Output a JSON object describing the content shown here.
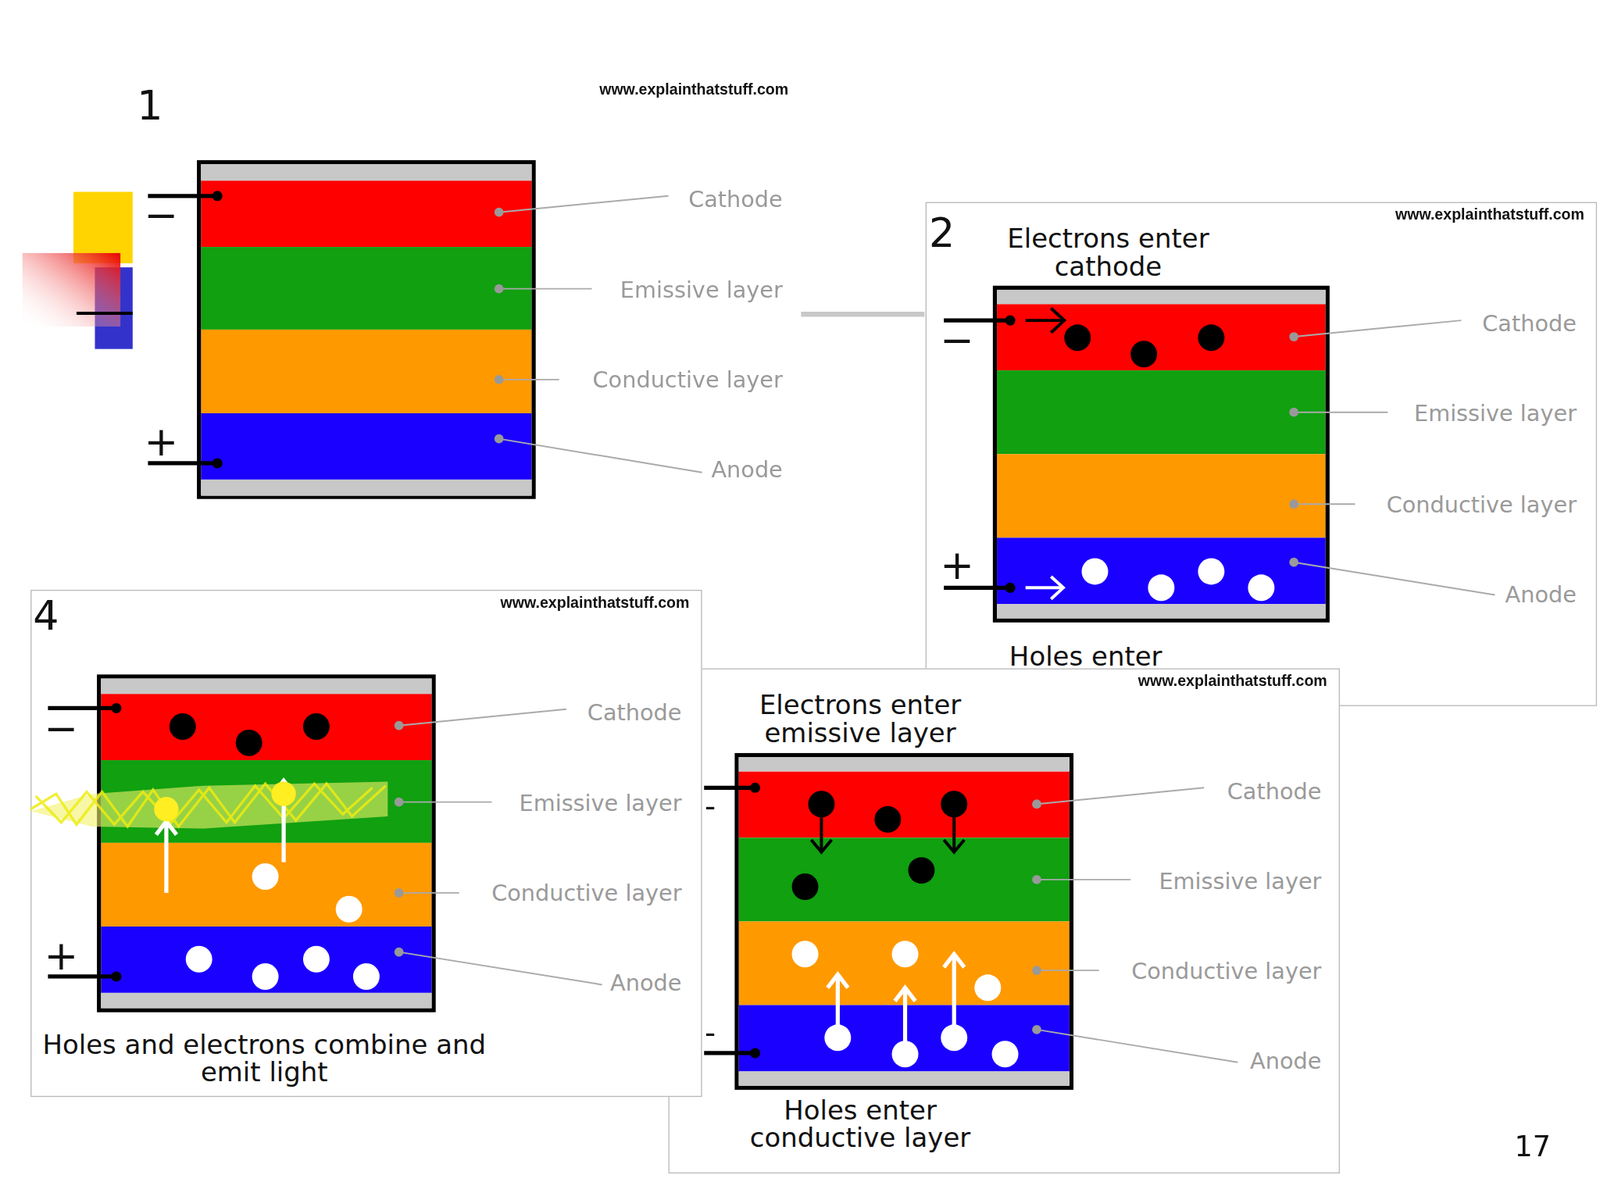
{
  "diagram": {
    "nodes": [
      {
        "text": [
          "Cathode"
        ]
      },
      {
        "text": [
          "Emissive layer"
        ]
      },
      {
        "text": [
          "Conductive layer"
        ]
      },
      {
        "text": [
          "Anode"
        ]
      },
      {
        "text": [
          "Electrons enter cathode",
          "Holes enter"
        ]
      },
      {
        "text": [
          "Cathode"
        ],
        "in": 4
      },
      {
        "text": [
          "Emissive layer"
        ],
        "in": 4
      },
      {
        "text": [
          "Conductive layer"
        ],
        "in": 4
      },
      {
        "text": [
          "Anode"
        ],
        "in": 4
      },
      {
        "text": [
          "Holes and electrons combine and emit light"
        ]
      },
      {
        "text": [
          "Cathode"
        ],
        "in": 9
      },
      {
        "text": [
          "Emissive layer"
        ],
        "in": 9
      },
      {
        "text": [
          "Conductive layer"
        ],
        "in": 9
      },
      {
        "text": [
          "Anode"
        ],
        "in": 9
      },
      {
        "text": [
          "Electrons enter emissive layer",
          "Holes enter conductive layer"
        ]
      },
      {
        "text": [
          "Cathode"
        ],
        "in": 14
      },
      {
        "text": [
          "Emissive layer"
        ],
        "in": 14
      },
      {
        "text": [
          "Conductive layer"
        ],
        "in": 14
      },
      {
        "text": [
          "Anode"
        ],
        "in": 14
      }
    ],
    "labels": [
      "1",
      "www.explainthatstuff.com",
      "−",
      "+",
      "2",
      "www.explainthatstuff.com",
      "−",
      "+",
      "4",
      "www.explainthatstuff.com",
      "−",
      "+",
      "www.explainthatstuff.com",
      "-",
      "-",
      "17"
    ]
  }
}
